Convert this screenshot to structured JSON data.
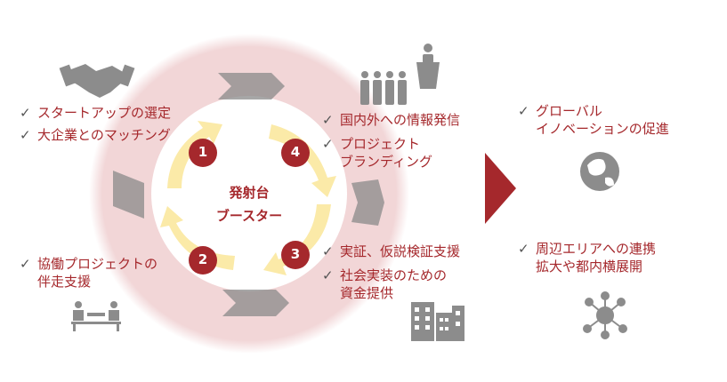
{
  "center": {
    "line1": "発射台",
    "line2": "ブースター"
  },
  "steps": [
    {
      "num": "1"
    },
    {
      "num": "2"
    },
    {
      "num": "3"
    },
    {
      "num": "4"
    }
  ],
  "left_top": {
    "items": [
      "スタートアップの選定",
      "大企業とのマッチング"
    ]
  },
  "left_bottom": {
    "line1": "協働プロジェクトの",
    "line2": "伴走支援"
  },
  "right_top": {
    "item1": "国内外への情報発信",
    "item2_line1": "プロジェクト",
    "item2_line2": "ブランディング"
  },
  "right_bottom": {
    "item1": "実証、仮説検証支援",
    "item2_line1": "社会実装のための",
    "item2_line2": "資金提供"
  },
  "outcomes": {
    "top": {
      "line1": "グローバル",
      "line2": "イノベーションの促進"
    },
    "bottom": {
      "line1": "周辺エリアへの連携",
      "line2": "拡大や都内横展開"
    }
  },
  "colors": {
    "accent": "#a5282c",
    "ring": "#f2d6d7",
    "arrow": "#fbeaa8",
    "chevron": "#8a8a8a",
    "icon": "#8c8c8c"
  },
  "icons": [
    "handshake-icon",
    "audience-icon",
    "meeting-icon",
    "buildings-icon",
    "globe-icon",
    "network-icon",
    "check-icon"
  ]
}
